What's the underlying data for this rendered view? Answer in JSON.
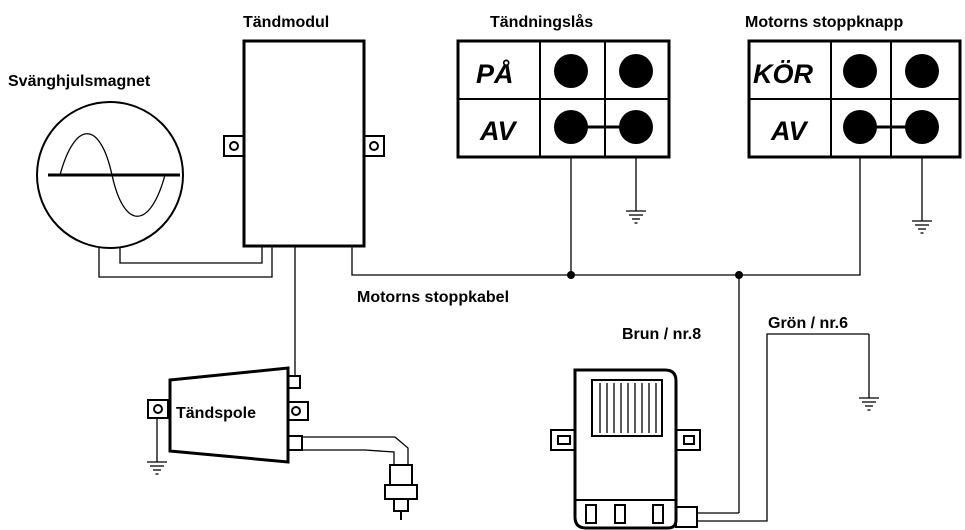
{
  "labels": {
    "flywheel_magnet": "Svänghjulsmagnet",
    "ignition_module": "Tändmodul",
    "ignition_lock": "Tändningslås",
    "engine_stop_button": "Motorns stoppknapp",
    "stop_cable": "Motorns stoppkabel",
    "ignition_coil": "Tändspole",
    "brown_wire": "Brun / nr.8",
    "green_wire": "Grön / nr.6"
  },
  "ignition_lock_switch": {
    "on": "PÅ",
    "off": "AV"
  },
  "stop_button_switch": {
    "run": "KÖR",
    "off": "AV"
  },
  "icons": [
    "ground-symbol-icon",
    "sine-wave-icon",
    "screw-terminal-icon",
    "spark-plug-icon"
  ]
}
